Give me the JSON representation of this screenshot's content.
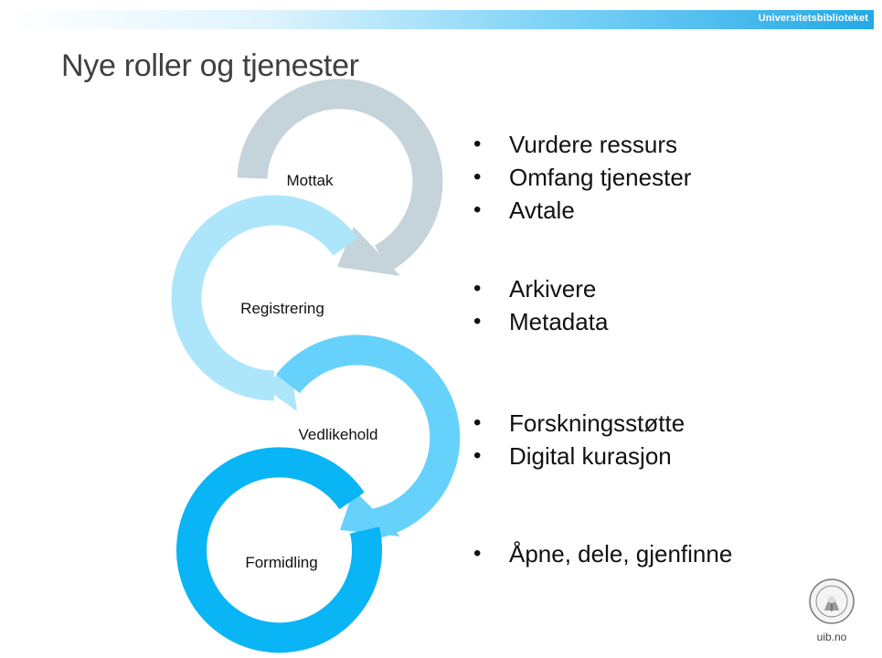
{
  "header": {
    "organization": "Universitetsbiblioteket"
  },
  "slide": {
    "title": "Nye roller og tjenester"
  },
  "cycle": {
    "steps": [
      {
        "label": "Mottak",
        "color": "#c5d3da"
      },
      {
        "label": "Registrering",
        "color": "#ade6fb"
      },
      {
        "label": "Vedlikehold",
        "color": "#66d2fb"
      },
      {
        "label": "Formidling",
        "color": "#09b5f5"
      }
    ]
  },
  "bullet_groups": [
    {
      "items": [
        "Vurdere ressurs",
        "Omfang tjenester",
        "Avtale"
      ]
    },
    {
      "items": [
        "Arkivere",
        "Metadata"
      ]
    },
    {
      "items": [
        "Forskningsstøtte",
        "Digital kurasjon"
      ]
    },
    {
      "items": [
        "Åpne, dele, gjenfinne"
      ]
    }
  ],
  "footer": {
    "url": "uib.no",
    "logo_icon": "university-seal-icon"
  }
}
